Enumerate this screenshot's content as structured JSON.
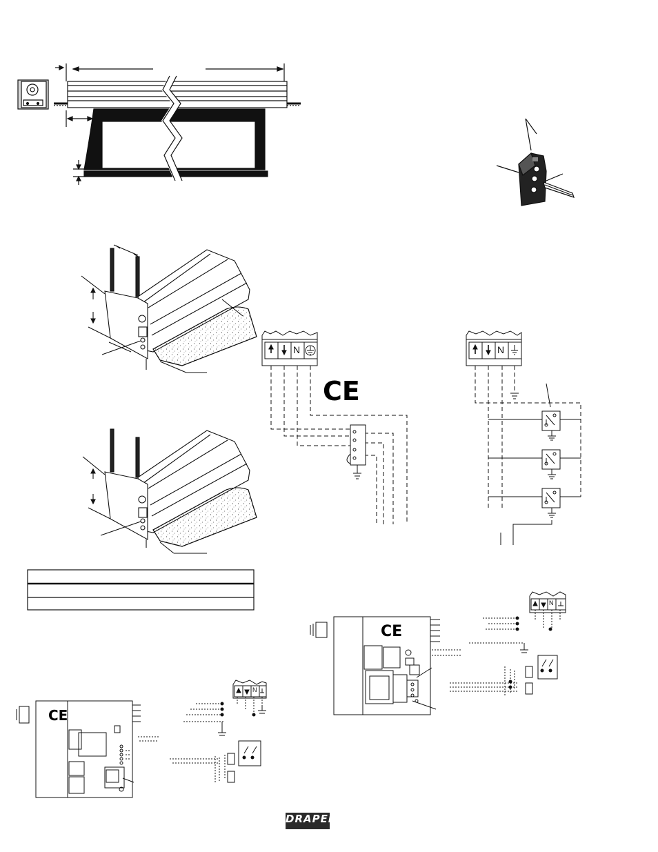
{
  "page": {
    "background": "#ffffff",
    "ink": "#111111"
  },
  "marks": {
    "ce_mark": "CE",
    "neutral_label": "N",
    "brand_logo": "DRAPER"
  },
  "icons": {
    "up_arrow": "up-arrow-icon",
    "down_arrow": "down-arrow-icon",
    "ground": "ground-icon"
  }
}
